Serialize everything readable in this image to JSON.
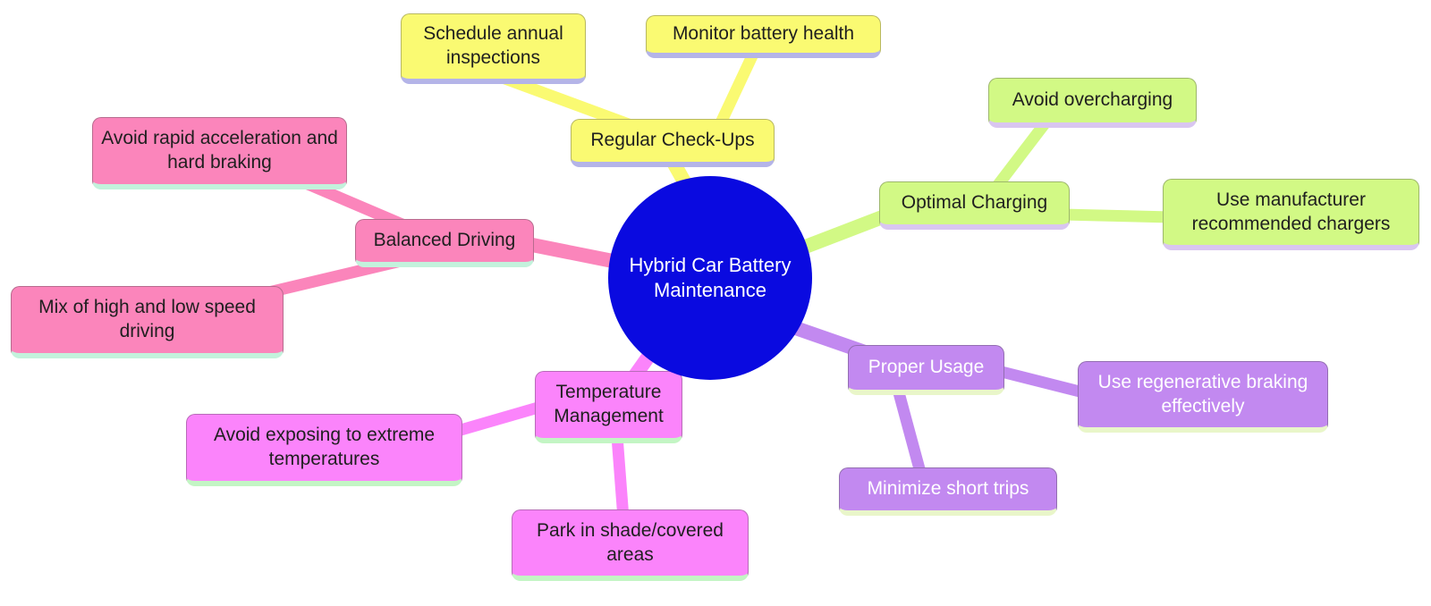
{
  "diagram": {
    "type": "mindmap",
    "background_color": "#ffffff",
    "root": {
      "label": "Hybrid Car Battery Maintenance",
      "color": "#0a0ae0",
      "text_color": "#ffffff",
      "shape": "circle"
    },
    "branches": [
      {
        "label": "Regular Check-Ups",
        "color": "#fafa72",
        "underline_color": "#b4b4e8",
        "text_color": "#1f1f1f",
        "children": [
          {
            "label": "Schedule annual inspections"
          },
          {
            "label": "Monitor battery health"
          }
        ]
      },
      {
        "label": "Optimal Charging",
        "color": "#d2f985",
        "underline_color": "#d9c6f0",
        "text_color": "#1f1f1f",
        "children": [
          {
            "label": "Avoid overcharging"
          },
          {
            "label": "Use manufacturer recommended chargers"
          }
        ]
      },
      {
        "label": "Proper Usage",
        "color": "#c289f0",
        "underline_color": "#e9f6c9",
        "text_color": "#ffffff",
        "children": [
          {
            "label": "Use regenerative braking effectively"
          },
          {
            "label": "Minimize short trips"
          }
        ]
      },
      {
        "label": "Temperature Management",
        "color": "#fb84fb",
        "underline_color": "#c3f5c4",
        "text_color": "#1f1f1f",
        "children": [
          {
            "label": "Avoid exposing to extreme temperatures"
          },
          {
            "label": "Park in shade/covered areas"
          }
        ]
      },
      {
        "label": "Balanced Driving",
        "color": "#fb85bb",
        "underline_color": "#c3f2dc",
        "text_color": "#1f1f1f",
        "children": [
          {
            "label": "Avoid rapid acceleration and hard braking"
          },
          {
            "label": "Mix of high and low speed driving"
          }
        ]
      }
    ]
  }
}
